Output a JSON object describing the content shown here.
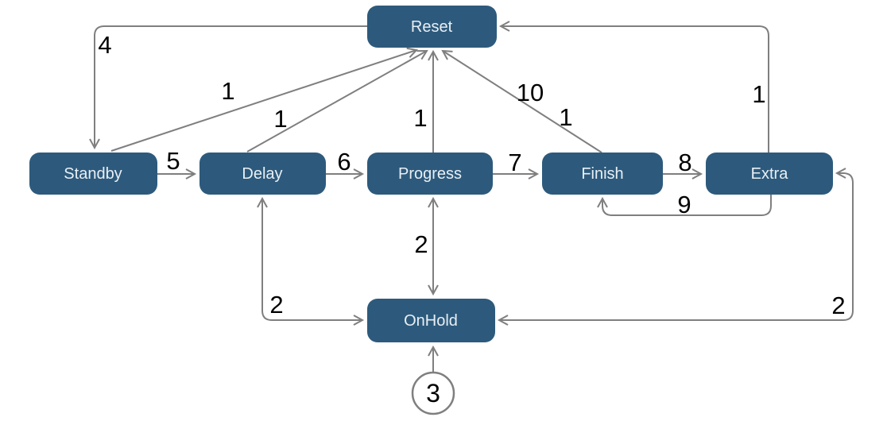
{
  "diagram": {
    "type": "state-transition-graph",
    "colors": {
      "background": "#ffffff",
      "node_fill": "#2d5a7c",
      "node_text": "#e9eff5",
      "edge": "#7f7f7f",
      "edge_label": "#000000",
      "start_circle_fill": "#ffffff",
      "start_circle_stroke": "#7f7f7f"
    },
    "nodes": [
      {
        "id": "reset",
        "label": "Reset",
        "shape": "rounded-rect"
      },
      {
        "id": "standby",
        "label": "Standby",
        "shape": "rounded-rect"
      },
      {
        "id": "delay",
        "label": "Delay",
        "shape": "rounded-rect"
      },
      {
        "id": "progress",
        "label": "Progress",
        "shape": "rounded-rect"
      },
      {
        "id": "finish",
        "label": "Finish",
        "shape": "rounded-rect"
      },
      {
        "id": "extra",
        "label": "Extra",
        "shape": "rounded-rect"
      },
      {
        "id": "onhold",
        "label": "OnHold",
        "shape": "rounded-rect"
      },
      {
        "id": "start",
        "label": "3",
        "shape": "circle"
      }
    ],
    "edges": [
      {
        "from": "Reset",
        "to": "Standby",
        "label": "4"
      },
      {
        "from": "Standby",
        "to": "Reset",
        "label": "1"
      },
      {
        "from": "Delay",
        "to": "Reset",
        "label": "1"
      },
      {
        "from": "Progress",
        "to": "Reset",
        "label": "1"
      },
      {
        "from": "Finish",
        "to": "Reset",
        "label": "10"
      },
      {
        "from": "Finish",
        "to": "Reset",
        "label": "1"
      },
      {
        "from": "Extra",
        "to": "Reset",
        "label": "1"
      },
      {
        "from": "Standby",
        "to": "Delay",
        "label": "5"
      },
      {
        "from": "Delay",
        "to": "Progress",
        "label": "6"
      },
      {
        "from": "Progress",
        "to": "Finish",
        "label": "7"
      },
      {
        "from": "Finish",
        "to": "Extra",
        "label": "8"
      },
      {
        "from": "Extra",
        "to": "Finish",
        "label": "9"
      },
      {
        "from": "Delay",
        "to": "OnHold",
        "label": "2",
        "bidirectional": true
      },
      {
        "from": "Progress",
        "to": "OnHold",
        "label": "2",
        "bidirectional": true
      },
      {
        "from": "Extra",
        "to": "OnHold",
        "label": "2",
        "bidirectional": true
      },
      {
        "from": "start",
        "to": "OnHold",
        "label": ""
      }
    ]
  }
}
